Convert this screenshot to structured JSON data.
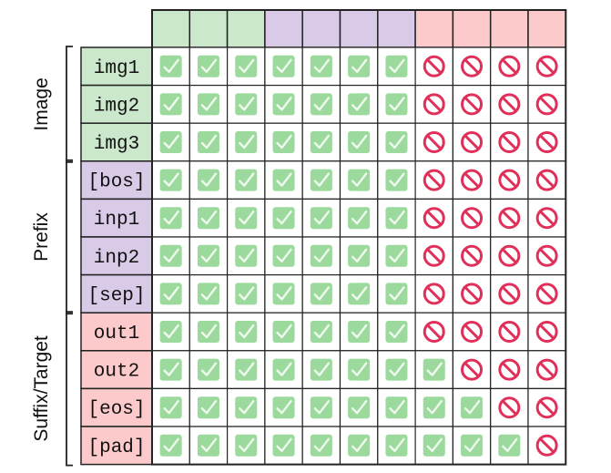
{
  "colors": {
    "image": "#cce8cc",
    "prefix": "#d9cae8",
    "target": "#fccaca",
    "allowed_fill": "#9cd99c",
    "allowed_mark": "#eefaee",
    "blocked": "#e0305a"
  },
  "groups": [
    {
      "name": "Image",
      "color_key": "image",
      "rows": [
        "img1",
        "img2",
        "img3"
      ]
    },
    {
      "name": "Prefix",
      "color_key": "prefix",
      "rows": [
        "[bos]",
        "inp1",
        "inp2",
        "[sep]"
      ]
    },
    {
      "name": "Suffix/Target",
      "color_key": "target",
      "rows": [
        "out1",
        "out2",
        "[eos]",
        "[pad]"
      ]
    }
  ],
  "column_groups": [
    "image",
    "image",
    "image",
    "prefix",
    "prefix",
    "prefix",
    "prefix",
    "target",
    "target",
    "target",
    "target"
  ],
  "icons": {
    "allowed": "check-icon",
    "blocked": "prohibited-icon"
  },
  "mask": [
    [
      1,
      1,
      1,
      1,
      1,
      1,
      1,
      0,
      0,
      0,
      0
    ],
    [
      1,
      1,
      1,
      1,
      1,
      1,
      1,
      0,
      0,
      0,
      0
    ],
    [
      1,
      1,
      1,
      1,
      1,
      1,
      1,
      0,
      0,
      0,
      0
    ],
    [
      1,
      1,
      1,
      1,
      1,
      1,
      1,
      0,
      0,
      0,
      0
    ],
    [
      1,
      1,
      1,
      1,
      1,
      1,
      1,
      0,
      0,
      0,
      0
    ],
    [
      1,
      1,
      1,
      1,
      1,
      1,
      1,
      0,
      0,
      0,
      0
    ],
    [
      1,
      1,
      1,
      1,
      1,
      1,
      1,
      0,
      0,
      0,
      0
    ],
    [
      1,
      1,
      1,
      1,
      1,
      1,
      1,
      0,
      0,
      0,
      0
    ],
    [
      1,
      1,
      1,
      1,
      1,
      1,
      1,
      1,
      0,
      0,
      0
    ],
    [
      1,
      1,
      1,
      1,
      1,
      1,
      1,
      1,
      1,
      0,
      0
    ],
    [
      1,
      1,
      1,
      1,
      1,
      1,
      1,
      1,
      1,
      1,
      0
    ]
  ]
}
